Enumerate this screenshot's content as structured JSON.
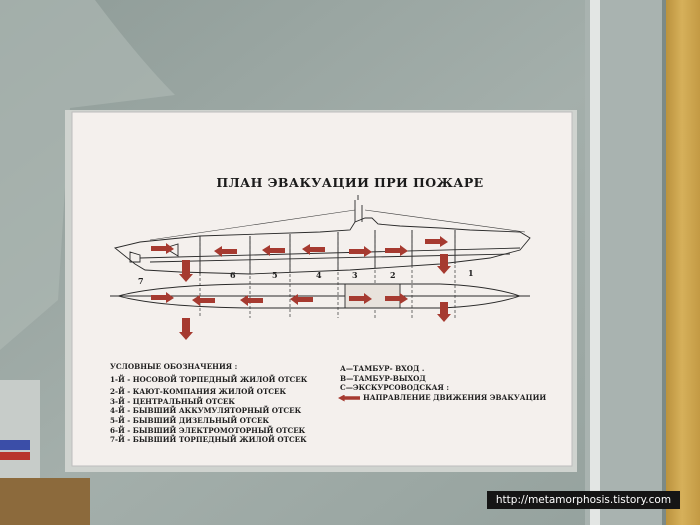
{
  "sign": {
    "title": "ПЛАН ЭВАКУАЦИИ ПРИ ПОЖАРЕ",
    "compartment_numbers": [
      "7",
      "6",
      "5",
      "4",
      "3",
      "2",
      "1"
    ],
    "legend_heading": "УСЛОВНЫЕ ОБОЗНАЧЕНИЯ :",
    "legend_left": [
      "1-Й - НОСОВОЙ ТОРПЕДНЫЙ ЖИЛОЙ ОТСЕК",
      "2-Й - КАЮТ-КОМПАНИЯ ЖИЛОЙ ОТСЕК",
      "3-Й - ЦЕНТРАЛЬНЫЙ ОТСЕК",
      "4-Й - БЫВШИЙ АККУМУЛЯТОРНЫЙ ОТСЕК",
      "5-Й - БЫВШИЙ ДИЗЕЛЬНЫЙ ОТСЕК",
      "6-Й - БЫВШИЙ ЭЛЕКТРОМОТОРНЫЙ ОТСЕК",
      "7-Й - БЫВШИЙ ТОРПЕДНЫЙ ЖИЛОЙ ОТСЕК"
    ],
    "legend_right": [
      "А—ТАМБУР- ВХОД .",
      "В—ТАМБУР-ВЫХОД",
      "С—ЭКСКУРСОВОДСКАЯ  :"
    ],
    "evac_direction_label": "НАПРАВЛЕНИЕ ДВИЖЕНИЯ ЭВАКУАЦИИ"
  },
  "watermark": "http://metamorphosis.tistory.com",
  "colors": {
    "wall": "#9aa6a2",
    "frame": "#cfd3cf",
    "paper": "#f4f0ed",
    "ink": "#1e1e1e",
    "arrow": "#a63a30",
    "wood": "#c9a24a"
  }
}
